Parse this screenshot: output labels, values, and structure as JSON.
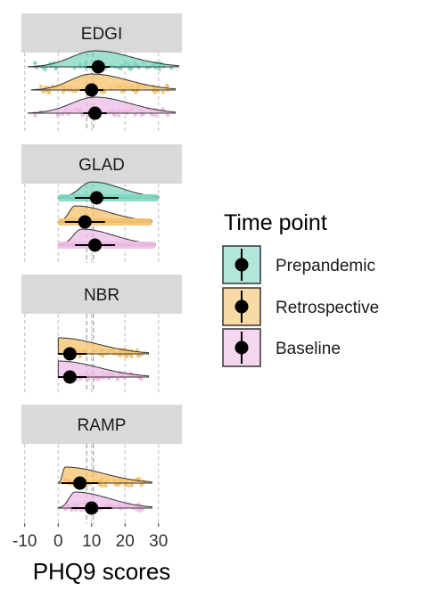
{
  "chart_data": {
    "type": "raincloud",
    "x_axis": {
      "label": "PHQ9 scores",
      "ticks": [
        -10,
        0,
        10,
        20,
        30
      ],
      "tick_labels": [
        "-10",
        "0",
        "10",
        "20",
        "30"
      ],
      "range": [
        -11,
        37
      ],
      "dashed_gridlines": [
        -10,
        0,
        10,
        20,
        30
      ]
    },
    "reference_lines": [
      8.5,
      10.5
    ],
    "legend": {
      "title": "Time point",
      "position": "right",
      "items": [
        {
          "key": "prepandemic",
          "label": "Prepandemic",
          "color": "#7fd6c2"
        },
        {
          "key": "retrospective",
          "label": "Retrospective",
          "color": "#f5c26b"
        },
        {
          "key": "baseline",
          "label": "Baseline",
          "color": "#eebbe6"
        }
      ]
    },
    "panels": [
      {
        "label": "EDGI",
        "series": [
          {
            "key": "prepandemic",
            "mean": 12,
            "ci": [
              8.5,
              15.5
            ],
            "range": [
              -9,
              36
            ],
            "peak": 11,
            "raw_points": true
          },
          {
            "key": "retrospective",
            "mean": 10,
            "ci": [
              6.5,
              13.5
            ],
            "range": [
              -8,
              35
            ],
            "peak": 10,
            "raw_points": true
          },
          {
            "key": "baseline",
            "mean": 11,
            "ci": [
              7.5,
              14.5
            ],
            "range": [
              -9,
              35
            ],
            "peak": 11,
            "raw_points": true
          }
        ]
      },
      {
        "label": "GLAD",
        "series": [
          {
            "key": "prepandemic",
            "mean": 11.5,
            "ci": [
              5,
              18
            ],
            "range": [
              0,
              30
            ],
            "peak": 10,
            "raw_points": false
          },
          {
            "key": "retrospective",
            "mean": 8,
            "ci": [
              2,
              14
            ],
            "range": [
              0,
              28
            ],
            "peak": 5,
            "raw_points": false
          },
          {
            "key": "baseline",
            "mean": 11,
            "ci": [
              5,
              17
            ],
            "range": [
              0,
              29
            ],
            "peak": 7,
            "raw_points": false
          }
        ]
      },
      {
        "label": "NBR",
        "series": [
          {
            "key": "retrospective",
            "mean": 3.5,
            "ci": [
              0,
              8.5
            ],
            "range": [
              0,
              27
            ],
            "peak": 0,
            "raw_points": true
          },
          {
            "key": "baseline",
            "mean": 3.5,
            "ci": [
              0,
              8.5
            ],
            "range": [
              0,
              27
            ],
            "peak": 0,
            "raw_points": true
          }
        ]
      },
      {
        "label": "RAMP",
        "series": [
          {
            "key": "retrospective",
            "mean": 6.5,
            "ci": [
              1,
              12
            ],
            "range": [
              0,
              28
            ],
            "peak": 2,
            "raw_points": true
          },
          {
            "key": "baseline",
            "mean": 10,
            "ci": [
              4,
              16
            ],
            "range": [
              0,
              28
            ],
            "peak": 5,
            "raw_points": true
          }
        ]
      }
    ]
  }
}
